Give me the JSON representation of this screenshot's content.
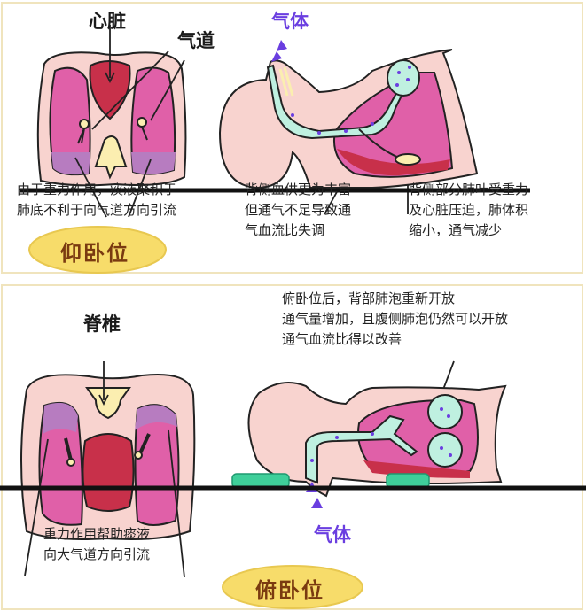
{
  "supine": {
    "heart_label": "心脏",
    "airway_label": "气道",
    "gas_label": "气体",
    "note_left": [
      "由于重力作用，痰液聚积于",
      "肺底不利于向气道方向引流"
    ],
    "note_middle": [
      "背侧血供更为丰富",
      "但通气不足导致通",
      "气血流比失调"
    ],
    "note_right": [
      "背侧部分肺叶受重力",
      "及心脏压迫，肺体积",
      "缩小，通气减少"
    ],
    "position_label": "仰卧位"
  },
  "prone": {
    "spine_label": "脊椎",
    "note_top": [
      "俯卧位后，背部肺泡重新开放",
      "通气量增加，且腹侧肺泡仍然可以开放",
      "通气血流比得以改善"
    ],
    "note_left": [
      "重力作用帮助痰液",
      "向大气道方向引流"
    ],
    "gas_label": "气体",
    "position_label": "俯卧位"
  },
  "colors": {
    "skin": "#f8d3cf",
    "lung": "#e060a8",
    "heart": "#c8304a",
    "sputum_zone": "#b77cc0",
    "airway": "#bff0e0",
    "spine": "#fbeeb0",
    "gas": "#6a3ee0",
    "badge": "#f7dc6a",
    "support": "#3fcf9a",
    "frame": "#f0e4bd"
  }
}
